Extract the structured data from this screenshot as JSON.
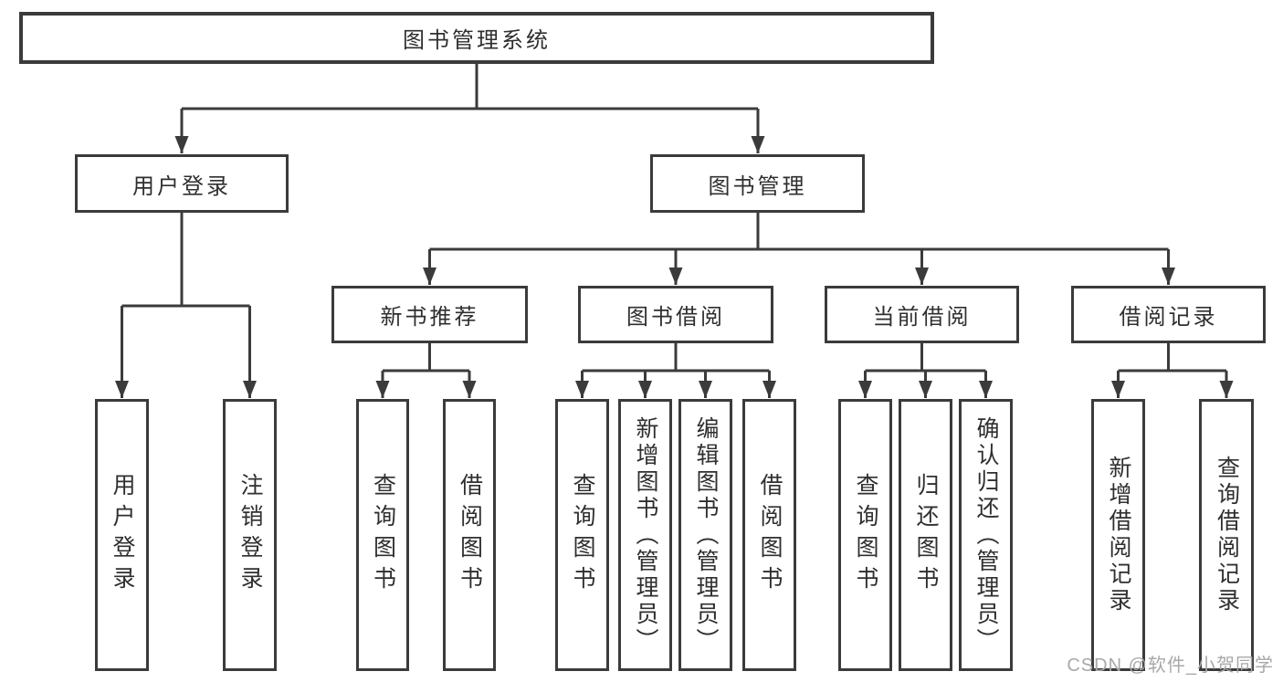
{
  "diagram": {
    "root": {
      "label": "图书管理系统"
    },
    "level2": [
      {
        "label": "用户登录"
      },
      {
        "label": "图书管理"
      }
    ],
    "level3": [
      {
        "label": "新书推荐"
      },
      {
        "label": "图书借阅"
      },
      {
        "label": "当前借阅"
      },
      {
        "label": "借阅记录"
      }
    ],
    "leaves": [
      {
        "label": "用户登录"
      },
      {
        "label": "注销登录"
      },
      {
        "label": "查询图书"
      },
      {
        "label": "借阅图书"
      },
      {
        "label": "查询图书"
      },
      {
        "label": "新增图书（管理员）"
      },
      {
        "label": "编辑图书（管理员）"
      },
      {
        "label": "借阅图书"
      },
      {
        "label": "查询图书"
      },
      {
        "label": "归还图书"
      },
      {
        "label": "确认归还（管理员）"
      },
      {
        "label": "新增借阅记录"
      },
      {
        "label": "查询借阅记录"
      }
    ]
  },
  "watermark": {
    "text": "CSDN @软件_小贺同学"
  },
  "colors": {
    "line": "#3b3b3b",
    "text": "#2f2f2f",
    "watermark": "#a8a8a8",
    "background": "#ffffff"
  }
}
